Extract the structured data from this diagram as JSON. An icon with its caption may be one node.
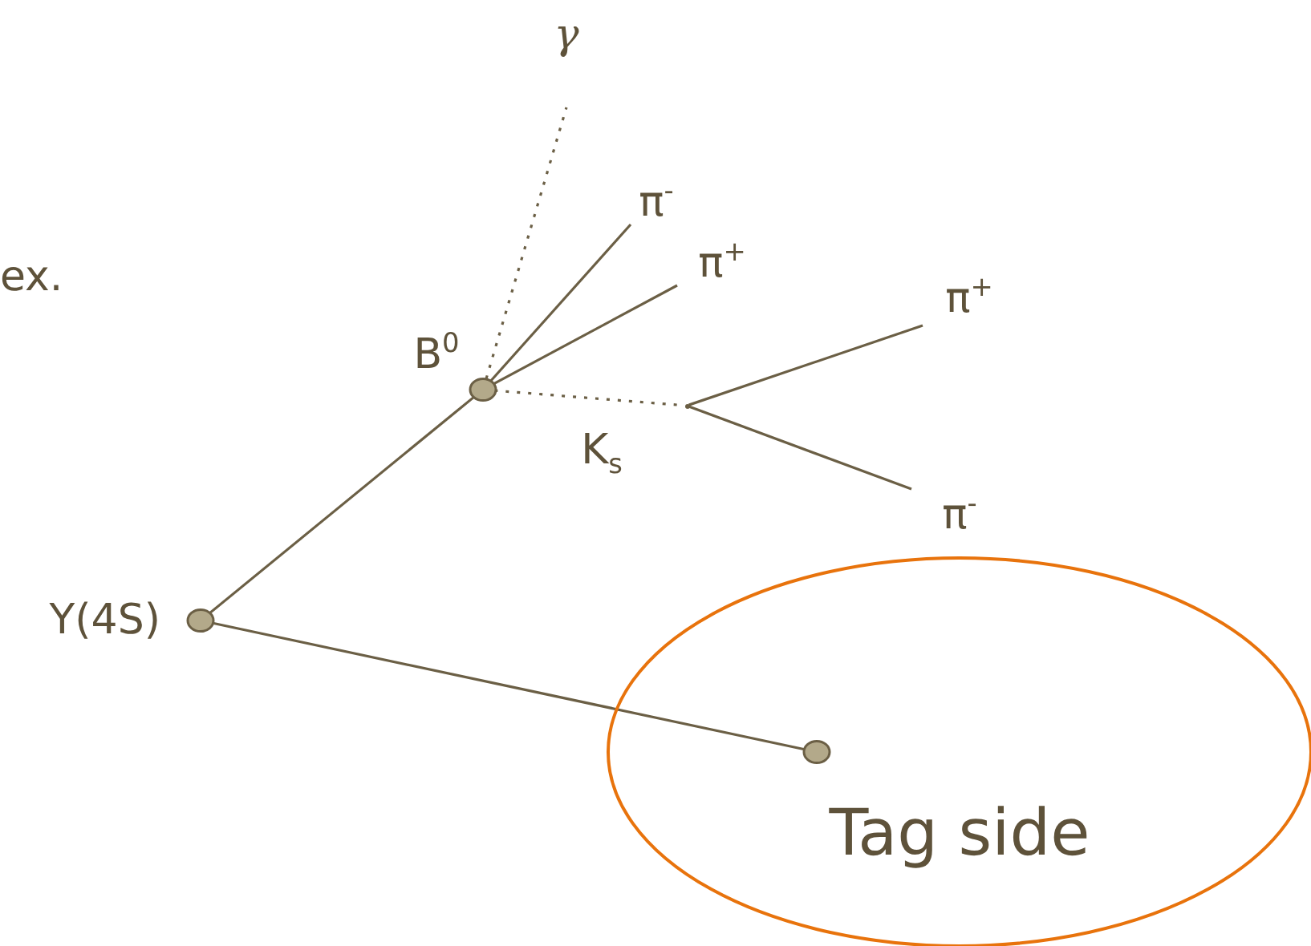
{
  "diagram": {
    "nodes": [
      {
        "text": [],
        "shape": "circle",
        "beside": [
          "Y(4S)"
        ]
      },
      {
        "text": [],
        "shape": "circle",
        "beside": [
          "B$^{0}$"
        ]
      },
      {
        "text": [],
        "shape": "point",
        "beside": [
          "K$_{s}$"
        ]
      },
      {
        "text": [
          "γ"
        ]
      },
      {
        "text": [
          "π$^{-}$"
        ]
      },
      {
        "text": [
          "π$^{+}$"
        ]
      },
      {
        "text": [
          "π$^{+}$"
        ]
      },
      {
        "text": [
          "π$^{-}$"
        ]
      },
      {
        "text": [
          "Tag side"
        ]
      },
      {
        "text": [],
        "shape": "circle",
        "in": 8
      }
    ],
    "edges": [
      {
        "from": 0,
        "to": 1,
        "arrow": "none"
      },
      {
        "from": 1,
        "to": 3,
        "arrow": "none",
        "style": "dashed"
      },
      {
        "from": 1,
        "to": 4,
        "arrow": "none"
      },
      {
        "from": 1,
        "to": 5,
        "arrow": "none"
      },
      {
        "from": 1,
        "to": 2,
        "arrow": "none",
        "style": "dashed"
      },
      {
        "from": 2,
        "to": 6,
        "arrow": "none"
      },
      {
        "from": 2,
        "to": 7,
        "arrow": "none"
      },
      {
        "from": 0,
        "to": 9,
        "arrow": "none"
      }
    ],
    "labels": [
      "ex."
    ]
  }
}
